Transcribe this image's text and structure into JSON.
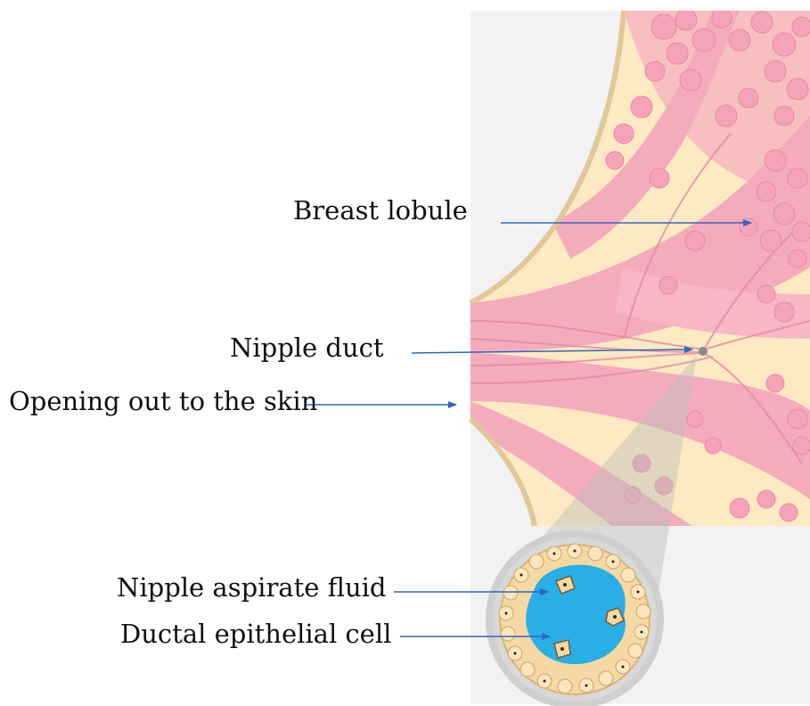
{
  "labels": {
    "breast_lobule": "Breast lobule",
    "nipple_duct": "Nipple duct",
    "opening": "Opening out to the skin",
    "nipple_aspirate_fluid": "Nipple aspirate fluid",
    "ductal_epithelial_cell": "Ductal epithelial cell"
  },
  "colors": {
    "tissue_pink": "#f4a9bd",
    "fat_cream": "#fde9c2",
    "lobule_pink": "#f7b5c6",
    "skin_outline": "#e2c79a",
    "fluid_blue": "#29aee6",
    "arrow_blue": "#2e66c1",
    "magnifier_grey": "#c9c9c9"
  }
}
